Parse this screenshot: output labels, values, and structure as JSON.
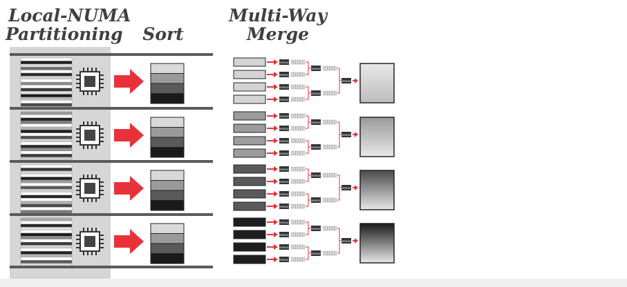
{
  "headings": {
    "partitioning_line1": "Local-NUMA",
    "partitioning_line2": "Partitioning",
    "sort": "Sort",
    "merge_line1": "Multi-Way",
    "merge_line2": "Merge"
  },
  "merge_label": "MERGE",
  "colors": {
    "arrow": "#e8323a",
    "divider": "#5a5a5a",
    "partition_bg": "#d6d6d6",
    "connector": "#e8323a",
    "merge_box": "#333333"
  },
  "icons": {
    "cpu": "cpu-chip-icon",
    "arrow": "arrow-right-icon"
  },
  "rows": [
    {
      "partition_shades": [
        "#ffffff",
        "#1e1e1e",
        "#dcdcdc",
        "#6e6e6e",
        "#ffffff",
        "#2a2a2a",
        "#cfcfcf",
        "#ffffff",
        "#8a8a8a",
        "#ffffff",
        "#3a3a3a",
        "#e2e2e2",
        "#1c1c1c",
        "#bdbdbd",
        "#ffffff",
        "#4a4a4a"
      ],
      "sorted_shades": [
        "#d9d9d9",
        "#9a9a9a",
        "#5a5a5a",
        "#1a1a1a"
      ],
      "input_shade": "#d4d4d4",
      "output_gradient": [
        "#e8e8e8",
        "#bdbdbd"
      ]
    },
    {
      "partition_shades": [
        "#9a9a9a",
        "#ffffff",
        "#222222",
        "#7e7e7e",
        "#ffffff",
        "#b5b5b5",
        "#1e1e1e",
        "#ffffff",
        "#4f4f4f",
        "#d0d0d0",
        "#ffffff",
        "#2a2a2a",
        "#8f8f8f",
        "#ffffff",
        "#3a3a3a",
        "#c8c8c8"
      ],
      "sorted_shades": [
        "#d9d9d9",
        "#9a9a9a",
        "#5a5a5a",
        "#1a1a1a"
      ],
      "input_shade": "#9c9c9c",
      "output_gradient": [
        "#9a9a9a",
        "#e8e8e8"
      ]
    },
    {
      "partition_shades": [
        "#ffffff",
        "#3a3a3a",
        "#d4d4d4",
        "#ffffff",
        "#1f1f1f",
        "#9a9a9a",
        "#ffffff",
        "#5a5a5a",
        "#cfcfcf",
        "#ffffff",
        "#262626",
        "#ffffff",
        "#b0b0b0",
        "#4a4a4a",
        "#ffffff",
        "#7a7a7a"
      ],
      "sorted_shades": [
        "#d9d9d9",
        "#9a9a9a",
        "#5a5a5a",
        "#1a1a1a"
      ],
      "input_shade": "#5a5a5a",
      "output_gradient": [
        "#4a4a4a",
        "#e8e8e8"
      ]
    },
    {
      "partition_shades": [
        "#aaaaaa",
        "#ffffff",
        "#2a2a2a",
        "#dedede",
        "#ffffff",
        "#1c1c1c",
        "#8a8a8a",
        "#ffffff",
        "#3a3a3a",
        "#cfcfcf",
        "#ffffff",
        "#222222",
        "#b4b4b4",
        "#ffffff",
        "#5a5a5a",
        "#d8d8d8"
      ],
      "sorted_shades": [
        "#d9d9d9",
        "#9a9a9a",
        "#5a5a5a",
        "#1a1a1a"
      ],
      "input_shade": "#1e1e1e",
      "output_gradient": [
        "#1a1a1a",
        "#e8e8e8"
      ]
    }
  ]
}
